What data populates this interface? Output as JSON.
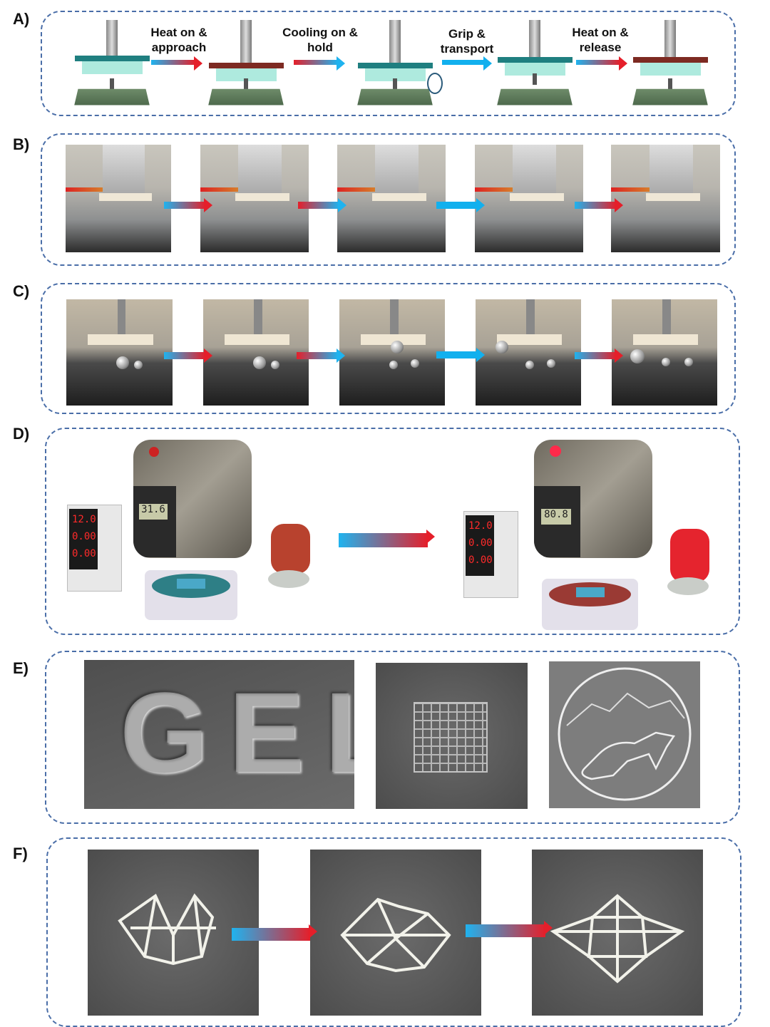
{
  "panels": {
    "a": "A)",
    "b": "B)",
    "c": "C)",
    "d": "D)",
    "e": "E)",
    "f": "F)"
  },
  "steps": [
    {
      "line1": "Heat on &",
      "line2": "approach"
    },
    {
      "line1": "Cooling on &",
      "line2": "hold"
    },
    {
      "line1": "Grip &",
      "line2": "transport"
    },
    {
      "line1": "Heat on &",
      "line2": "release"
    }
  ],
  "panel_d": {
    "before": {
      "voltage": "12.0",
      "current": "0.00",
      "power": "0.00",
      "thermometer": "31.6"
    },
    "after": {
      "voltage": "12.0",
      "current": "0.00",
      "power": "0.00",
      "thermometer": "80.8"
    }
  },
  "panel_e": {
    "word": "GEL"
  },
  "colors": {
    "heat": "#e51f2a",
    "cool": "#1fb3ef",
    "border": "#4a6ea8",
    "hot_plate": "#9a3a34",
    "cold_plate": "#2e7f86"
  }
}
